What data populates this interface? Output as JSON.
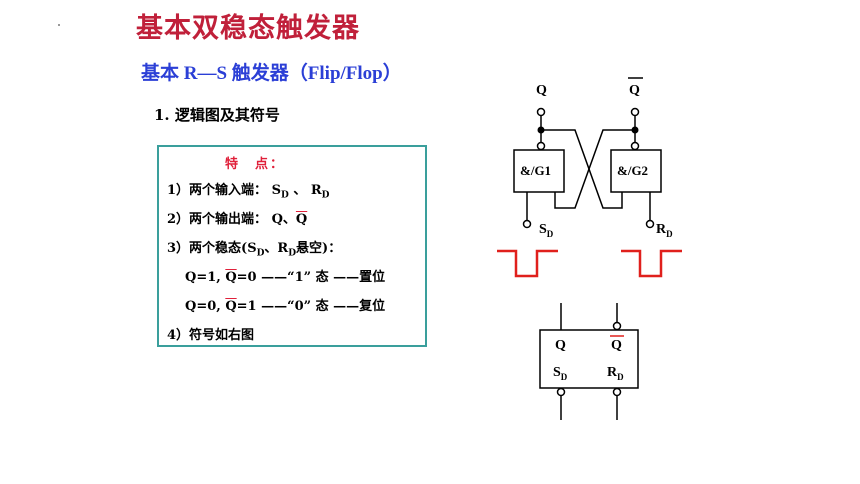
{
  "header": {
    "title": "基本双稳态触发器",
    "subtitle": "基本 R—S 触发器（Flip/Flop）"
  },
  "section": {
    "heading": "1. 逻辑图及其符号"
  },
  "features": {
    "title": "特　点：",
    "items": [
      {
        "prefix": "1）两个输入端：",
        "s": "S",
        "s_sub": "D",
        "sep": "、",
        "r": "R",
        "r_sub": "D"
      },
      {
        "prefix": "2）两个输出端：",
        "q": "Q",
        "sep": "、",
        "qbar": "Q"
      },
      {
        "prefix": "3）两个稳态(",
        "s": "S",
        "s_sub": "D",
        "sep": "、",
        "r": "R",
        "r_sub": "D",
        "suffix": "悬空)："
      },
      {
        "a": "Q=1, ",
        "qbar": "Q",
        "b": "=0 ——“1” 态 ——置位"
      },
      {
        "a": "Q=0, ",
        "qbar": "Q",
        "b": "=1 ——“0” 态 ——复位"
      },
      {
        "prefix": "4）符号如右图"
      }
    ]
  },
  "circuit": {
    "q_label": "Q",
    "qbar_label": "Q",
    "g1_label": "&/G1",
    "g2_label": "&/G2",
    "sd": "S",
    "sd_sub": "D",
    "rd": "R",
    "rd_sub": "D"
  },
  "symbol": {
    "q": "Q",
    "qbar": "Q",
    "sd": "S",
    "sd_sub": "D",
    "rd": "R",
    "rd_sub": "D"
  },
  "colors": {
    "title": "#c0203a",
    "subtitle": "#2b3fd6",
    "box_border": "#3a9f9c",
    "pulse": "#e0201c",
    "highlight": "#e0203a"
  }
}
